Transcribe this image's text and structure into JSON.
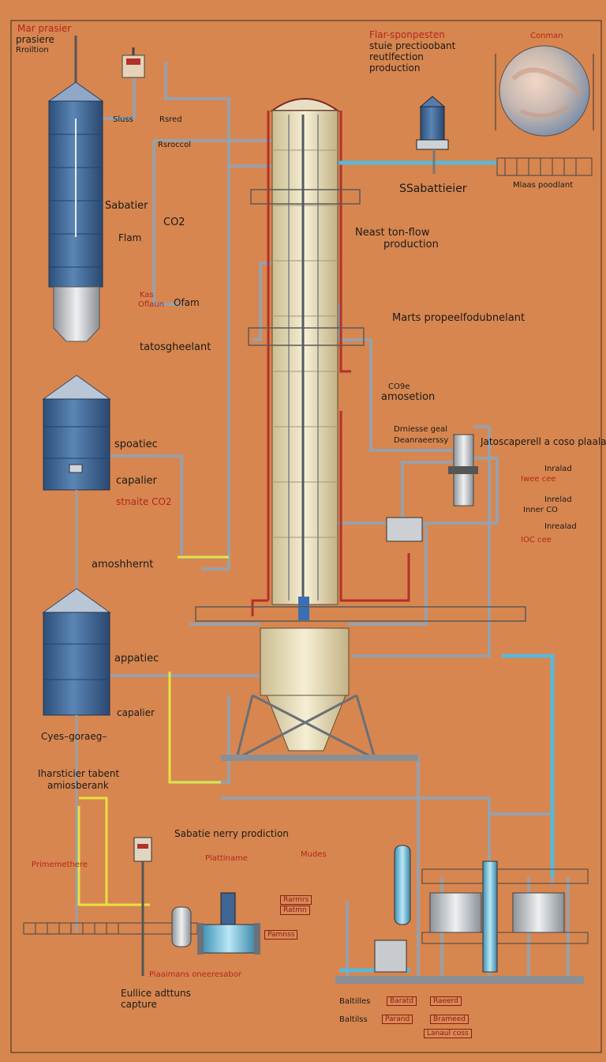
{
  "labels": {
    "top_left_1": "Mar prasier",
    "top_left_2": "prasiere",
    "top_left_3": "Rroiltion",
    "top_center_1": "Flar-sponpesten",
    "top_center_2": "stuie prectioobant",
    "top_center_3": "reutlfection",
    "top_center_4": "production",
    "top_right_1": "Conman",
    "tank_side_1": "Sluss",
    "tank_side_2": "Rsred",
    "tank_side_3": "Rsroccol",
    "sabatier_left": "Sabatier",
    "co2_left": "CO2",
    "flam": "Flam",
    "small_1": "Kas",
    "small_2": "Oflaun",
    "small_3": "Ofam",
    "tatosg": "tatosgheelant",
    "sabatier_title": "SSabattieier",
    "mars_poc": "Mlaas poodlant",
    "neast": "Neast ton-flow",
    "neast_2": "production",
    "marts": "Marts propeelfodubnelant",
    "co9": "CO9e",
    "amosetion": "amosetion",
    "dnie_1": "Drniesse geal",
    "dnie_2": "Deanraeerssy",
    "jatoca": "Jatoscaperell a coso plaala",
    "r_box_1": "Inralad",
    "r_box_2": "Iwee cee",
    "r_box_3": "Inrelad",
    "r_box_4": "Inner CO",
    "r_box_5": "Inrealad",
    "r_box_6": "IOC cee",
    "spoatiec": "spoatiec",
    "capalier_1": "capalier",
    "stnaite": "stnaite CO2",
    "amosh": "amoshhernt",
    "appatiec": "appatiec",
    "capalier_2": "capalier",
    "cyes": "Cyes–goraeg–",
    "harst_1": "Iharsticier tabent",
    "harst_2": "amiosberank",
    "sabatie_mid": "Sabatie nerry prodiction",
    "primemethere": "Primemethere",
    "plattiname": "Plattiname",
    "mudes": "Mudes",
    "bottom_mid_1": "Rarmrs",
    "bottom_mid_2": "Ratmn",
    "bottom_mid_3": "Pamnss",
    "bottom_strip": "Piaaimans oneeresabor",
    "bottom_left_1": "Eullice adttuns",
    "bottom_left_2": "capture",
    "bl_key_1": "Baltilles",
    "bl_key_2": "Baltilss",
    "br_box_1": "Baratd",
    "br_box_2": "Raeerd",
    "br_box_3": "Parand",
    "br_box_4": "Brameed",
    "br_box_5": "Lanaul coss"
  },
  "colors": {
    "background": "#d7864f",
    "steel_blue": "#3f6592",
    "column_cream": "#efe5c7",
    "pipe_gray": "#b4b8bf",
    "pipe_red": "#b0302a",
    "pipe_yellow": "#e6e040",
    "pipe_cyan": "#5ab8d8"
  },
  "icons": [
    "mars-globe-icon",
    "storage-tank-icon",
    "distillation-column-icon",
    "heat-exchanger-icon",
    "valve-icon",
    "pump-icon"
  ]
}
